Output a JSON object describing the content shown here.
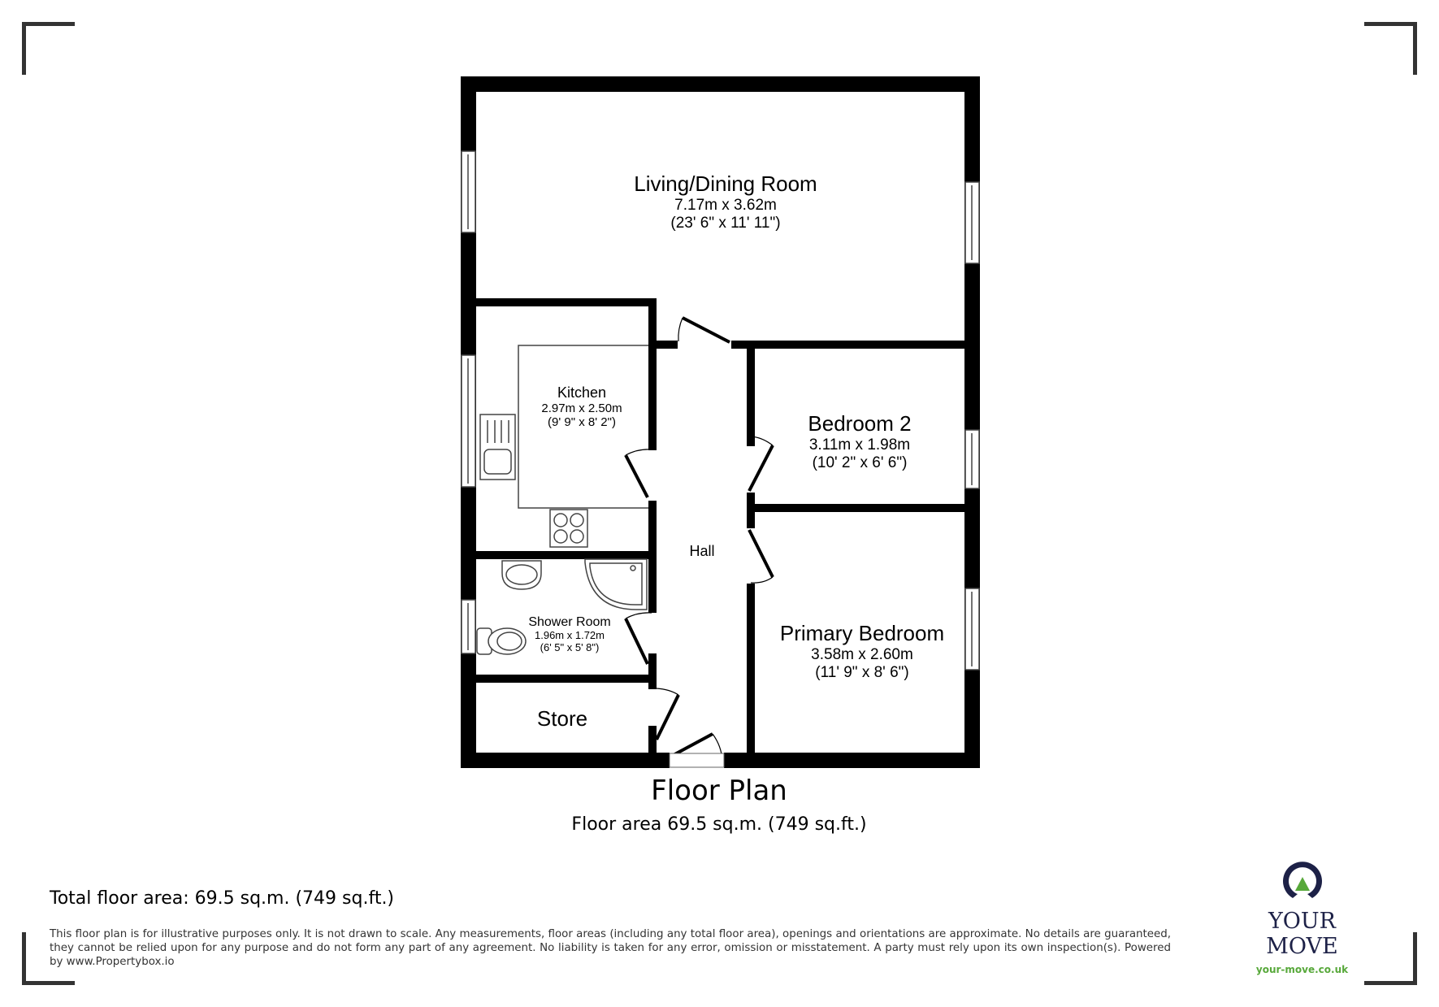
{
  "plan": {
    "title": "Floor Plan",
    "floor_area": "Floor area 69.5 sq.m. (749 sq.ft.)",
    "rooms": [
      {
        "name": "Living/Dining Room",
        "metric": "7.17m x 3.62m",
        "imperial": "(23' 6\" x 11' 11\")"
      },
      {
        "name": "Kitchen",
        "metric": "2.97m x 2.50m",
        "imperial": "(9' 9\" x 8' 2\")"
      },
      {
        "name": "Bedroom 2",
        "metric": "3.11m x 1.98m",
        "imperial": "(10' 2\" x 6' 6\")"
      },
      {
        "name": "Hall"
      },
      {
        "name": "Shower Room",
        "metric": "1.96m x 1.72m",
        "imperial": "(6' 5\" x 5' 8\")"
      },
      {
        "name": "Primary Bedroom",
        "metric": "3.58m x 2.60m",
        "imperial": "(11' 9\" x 8' 6\")"
      },
      {
        "name": "Store"
      }
    ]
  },
  "footer": {
    "total_area": "Total floor area: 69.5 sq.m. (749 sq.ft.)",
    "disclaimer": "This floor plan is for illustrative purposes only. It is not drawn to scale. Any measurements, floor areas (including any total floor area), openings and orientations are approximate. No details are guaranteed, they cannot be relied upon for any purpose and do not form any part of any agreement. No liability is taken for any error, omission or misstatement. A party must rely upon its own inspection(s). Powered by www.Propertybox.io"
  },
  "logo": {
    "name": "YOUR MOVE",
    "url": "your-move.co.uk",
    "colors": {
      "navy": "#1d2147",
      "green": "#57a83a"
    }
  },
  "icons": [
    "window-icon",
    "door-icon",
    "sink-icon",
    "hob-icon",
    "shower-tray-icon",
    "basin-icon",
    "toilet-icon",
    "corner-bracket-icon",
    "logo-mark-icon"
  ]
}
